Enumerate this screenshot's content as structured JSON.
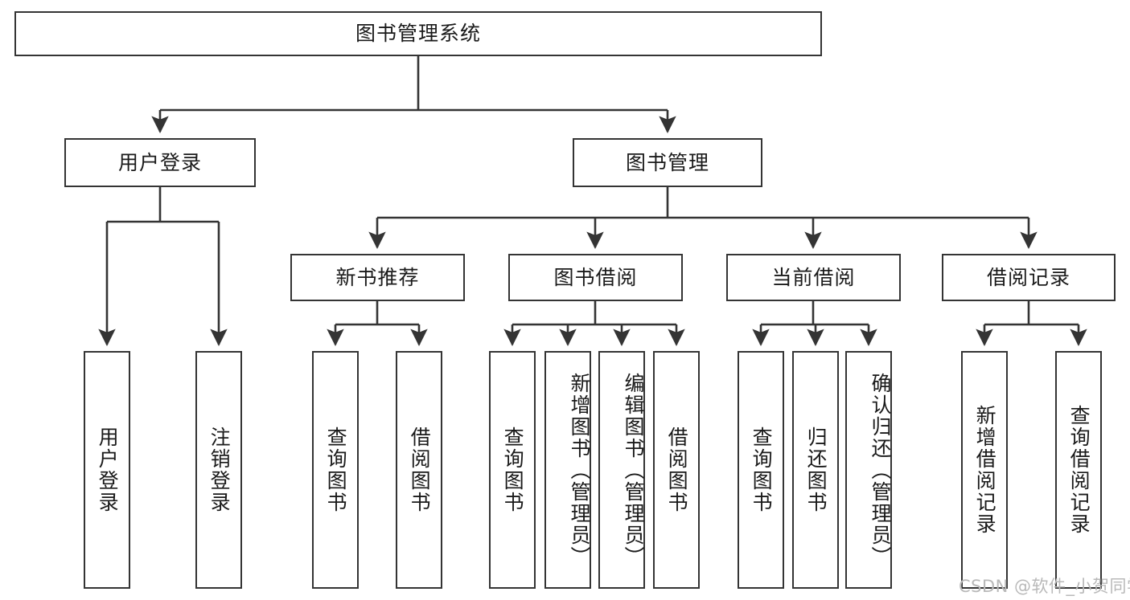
{
  "diagram": {
    "type": "tree",
    "title": "图书管理系统",
    "root": {
      "label": "图书管理系统"
    },
    "level2": [
      {
        "label": "用户登录"
      },
      {
        "label": "图书管理"
      }
    ],
    "level3": [
      {
        "label": "新书推荐"
      },
      {
        "label": "图书借阅"
      },
      {
        "label": "当前借阅"
      },
      {
        "label": "借阅记录"
      }
    ],
    "leaves": {
      "user_login": [
        {
          "label": "用户登录"
        },
        {
          "label": "注销登录"
        }
      ],
      "new_book_recommend": [
        {
          "label": "查询图书"
        },
        {
          "label": "借阅图书"
        }
      ],
      "book_borrow": [
        {
          "label": "查询图书"
        },
        {
          "label": "新增图书（管理员）"
        },
        {
          "label": "编辑图书（管理员）"
        },
        {
          "label": "借阅图书"
        }
      ],
      "current_borrow": [
        {
          "label": "查询图书"
        },
        {
          "label": "归还图书"
        },
        {
          "label": "确认归还（管理员）"
        }
      ],
      "borrow_record": [
        {
          "label": "新增借阅记录"
        },
        {
          "label": "查询借阅记录"
        }
      ]
    }
  },
  "watermark": {
    "text": "CSDN @软件_小贺同学"
  },
  "colors": {
    "stroke": "#343434",
    "fill": "#ffffff",
    "text": "#1a1a1a",
    "watermark": "#b9b9b9"
  }
}
